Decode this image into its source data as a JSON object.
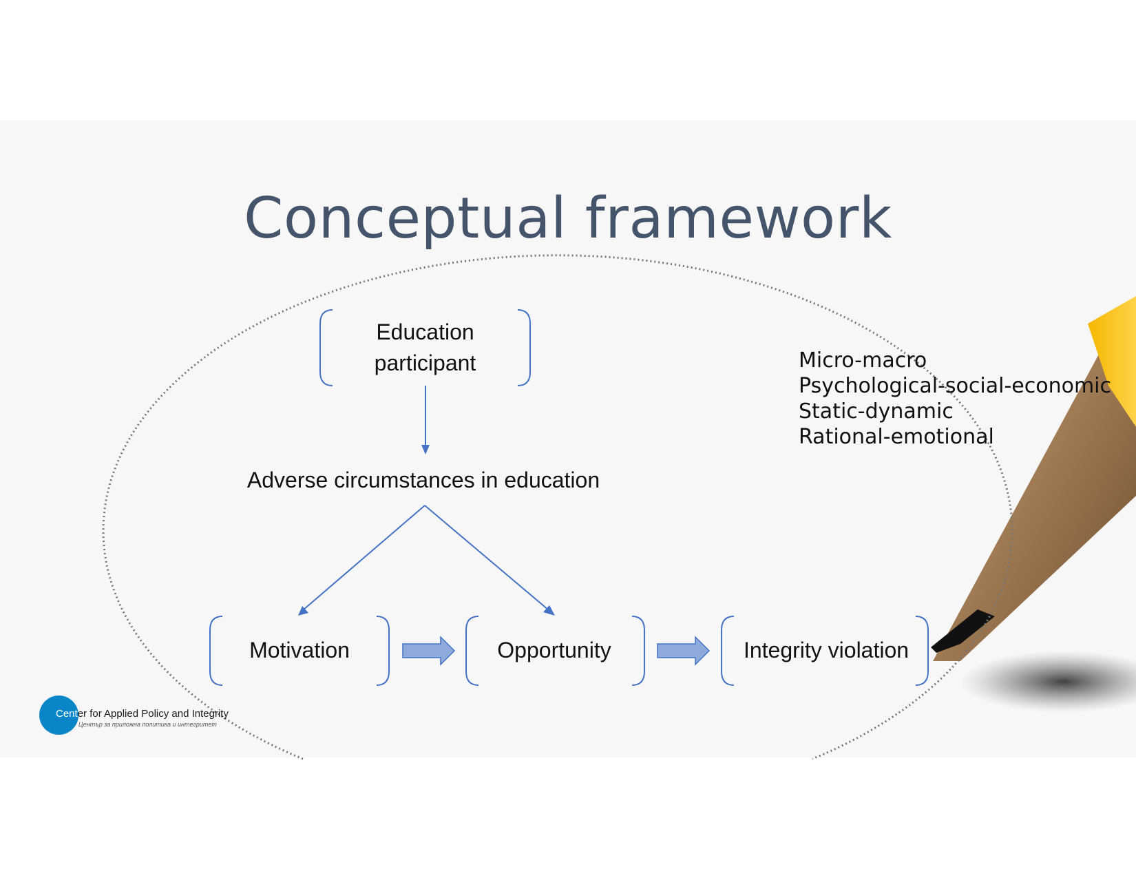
{
  "title": "Conceptual framework",
  "nodes": {
    "participant": [
      "Education",
      "participant"
    ],
    "adverse": "Adverse circumstances in education",
    "motivation": "Motivation",
    "opportunity": "Opportunity",
    "violation": "Integrity violation"
  },
  "dimensions": [
    "Micro-macro",
    "Psychological-social-economic",
    "Static-dynamic",
    "Rational-emotional"
  ],
  "logo": {
    "name_part1": "Cent",
    "name_part2": "er for Applied Policy and Integrity",
    "subtitle": "Център за приложна политика и интегритет"
  },
  "colors": {
    "title": "#44546a",
    "line": "#4472c4",
    "arrow_fill": "#8eaadb",
    "logo": "#0a86c8"
  }
}
